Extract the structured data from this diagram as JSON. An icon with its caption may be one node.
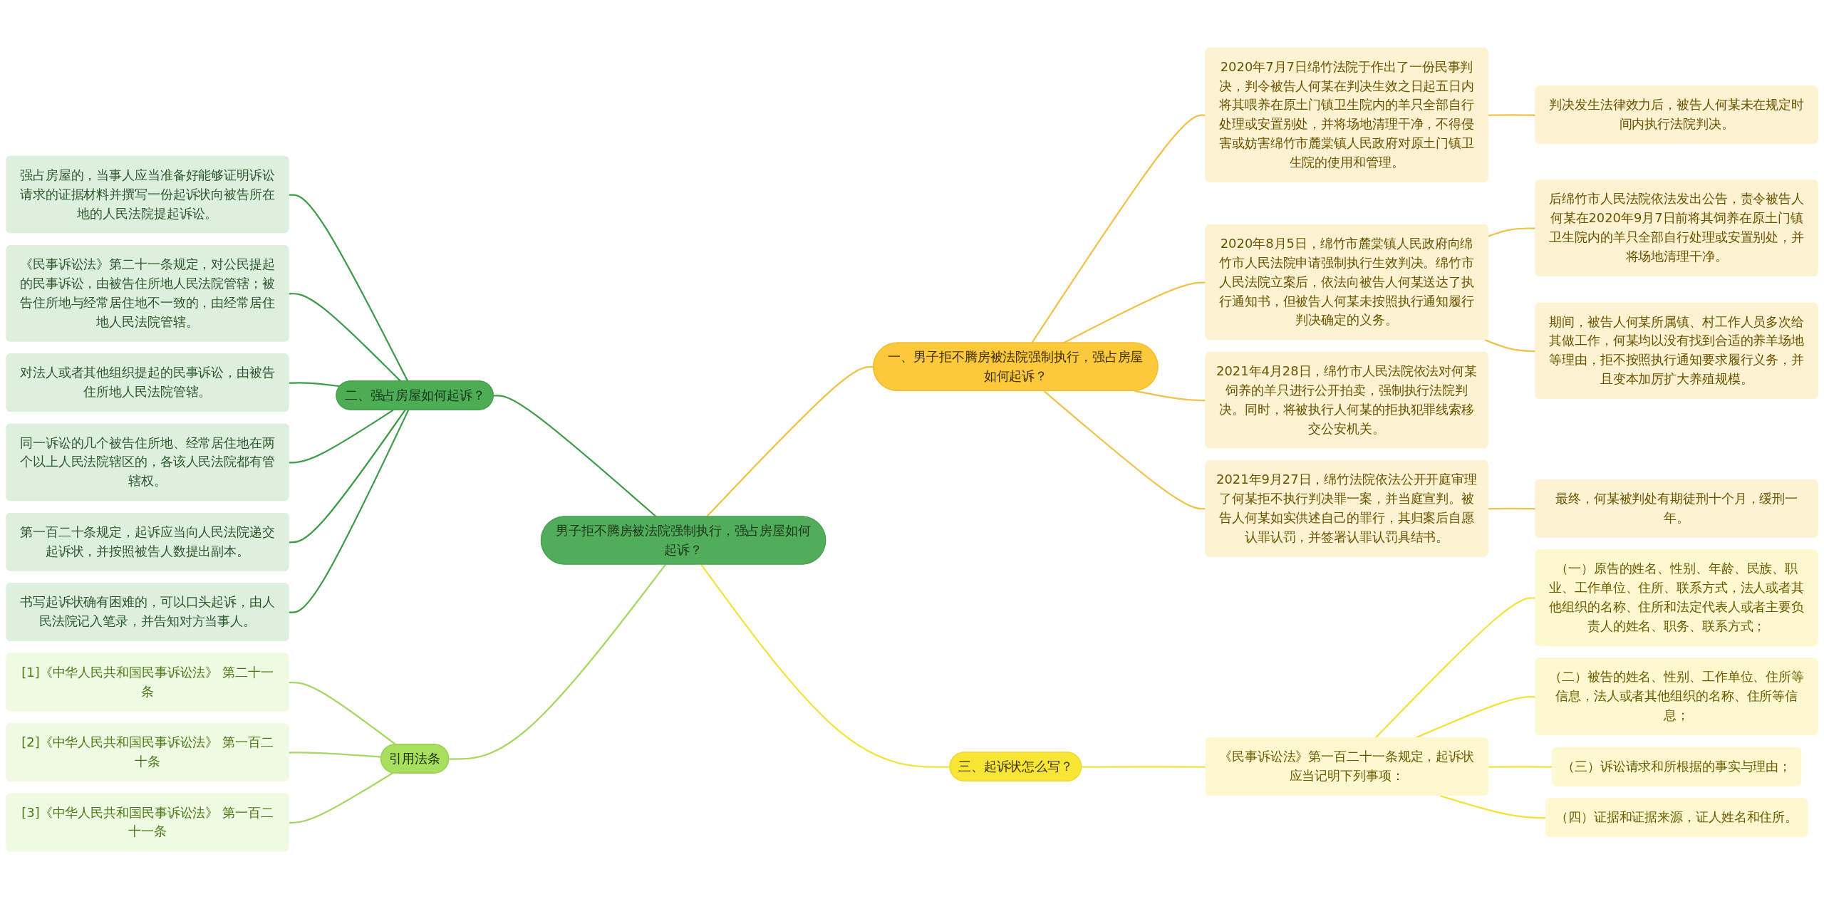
{
  "diagram": {
    "nodes": [
      {
        "text": [
          "男子拒不腾房被法院强制执行，强占房屋如何起诉？"
        ]
      },
      {
        "text": [
          "一、男子拒不腾房被法院强制执行，强占房屋如何起诉？"
        ]
      },
      {
        "text": [
          "2020年7月7日绵竹法院于作出了一份民事判决，判令被告人何某在判决生效之日起五日内将其喂养在原土门镇卫生院内的羊只全部自行处理或安置别处，并将场地清理干净，不得侵害或妨害绵竹市麓棠镇人民政府对原土门镇卫生院的使用和管理。"
        ]
      },
      {
        "text": [
          "判决发生法律效力后，被告人何某未在规定时间内执行法院判决。"
        ]
      },
      {
        "text": [
          "2020年8月5日，绵竹市麓棠镇人民政府向绵竹市人民法院申请强制执行生效判决。绵竹市人民法院立案后，依法向被告人何某送达了执行通知书，但被告人何某未按照执行通知履行判决确定的义务。"
        ]
      },
      {
        "text": [
          "后绵竹市人民法院依法发出公告，责令被告人何某在2020年9月7日前将其饲养在原土门镇卫生院内的羊只全部自行处理或安置别处，并将场地清理干净。"
        ]
      },
      {
        "text": [
          "期间，被告人何某所属镇、村工作人员多次给其做工作，何某均以没有找到合适的养羊场地等理由，拒不按照执行通知要求履行义务，并且变本加厉扩大养殖规模。"
        ]
      },
      {
        "text": [
          "2021年4月28日，绵竹市人民法院依法对何某饲养的羊只进行公开拍卖，强制执行法院判决。同时，将被执行人何某的拒执犯罪线索移交公安机关。"
        ]
      },
      {
        "text": [
          "2021年9月27日，绵竹法院依法公开开庭审理了何某拒不执行判决罪一案，并当庭宣判。被告人何某如实供述自己的罪行，其归案后自愿认罪认罚，并签署认罪认罚具结书。"
        ]
      },
      {
        "text": [
          "最终，何某被判处有期徒刑十个月，缓刑一年。"
        ]
      },
      {
        "text": [
          "二、强占房屋如何起诉？"
        ]
      },
      {
        "text": [
          "强占房屋的，当事人应当准备好能够证明诉讼请求的证据材料并撰写一份起诉状向被告所在地的人民法院提起诉讼。"
        ]
      },
      {
        "text": [
          "《民事诉讼法》第二十一条规定，对公民提起的民事诉讼，由被告住所地人民法院管辖；被告住所地与经常居住地不一致的，由经常居住地人民法院管辖。"
        ]
      },
      {
        "text": [
          "对法人或者其他组织提起的民事诉讼，由被告住所地人民法院管辖。"
        ]
      },
      {
        "text": [
          "同一诉讼的几个被告住所地、经常居住地在两个以上人民法院辖区的，各该人民法院都有管辖权。"
        ]
      },
      {
        "text": [
          "第一百二十条规定，起诉应当向人民法院递交起诉状，并按照被告人数提出副本。"
        ]
      },
      {
        "text": [
          "书写起诉状确有困难的，可以口头起诉，由人民法院记入笔录，并告知对方当事人。"
        ]
      },
      {
        "text": [
          "三、起诉状怎么写？"
        ]
      },
      {
        "text": [
          "《民事诉讼法》第一百二十一条规定，起诉状应当记明下列事项："
        ]
      },
      {
        "text": [
          "（一）原告的姓名、性别、年龄、民族、职业、工作单位、住所、联系方式，法人或者其他组织的名称、住所和法定代表人或者主要负责人的姓名、职务、联系方式；"
        ]
      },
      {
        "text": [
          "（二）被告的姓名、性别、工作单位、住所等信息，法人或者其他组织的名称、住所等信息；"
        ]
      },
      {
        "text": [
          "（三）诉讼请求和所根据的事实与理由；"
        ]
      },
      {
        "text": [
          "（四）证据和证据来源，证人姓名和住所。"
        ]
      },
      {
        "text": [
          "引用法条"
        ]
      },
      {
        "text": [
          "[1]《中华人民共和国民事诉讼法》 第二十一条"
        ]
      },
      {
        "text": [
          "[2]《中华人民共和国民事诉讼法》 第一百二十条"
        ]
      },
      {
        "text": [
          "[3]《中华人民共和国民事诉讼法》 第一百二十一条"
        ]
      }
    ],
    "edges": [
      {
        "from": 0,
        "to": 1,
        "arrow": "none"
      },
      {
        "from": 1,
        "to": 2,
        "arrow": "none"
      },
      {
        "from": 2,
        "to": 3,
        "arrow": "none"
      },
      {
        "from": 1,
        "to": 4,
        "arrow": "none"
      },
      {
        "from": 4,
        "to": 5,
        "arrow": "none"
      },
      {
        "from": 4,
        "to": 6,
        "arrow": "none"
      },
      {
        "from": 1,
        "to": 7,
        "arrow": "none"
      },
      {
        "from": 1,
        "to": 8,
        "arrow": "none"
      },
      {
        "from": 8,
        "to": 9,
        "arrow": "none"
      },
      {
        "from": 0,
        "to": 10,
        "arrow": "none",
        "color": "#3e9b48"
      },
      {
        "from": 10,
        "to": 11,
        "arrow": "none",
        "color": "#3e9b48"
      },
      {
        "from": 10,
        "to": 12,
        "arrow": "none",
        "color": "#3e9b48"
      },
      {
        "from": 10,
        "to": 13,
        "arrow": "none",
        "color": "#3e9b48"
      },
      {
        "from": 10,
        "to": 14,
        "arrow": "none",
        "color": "#3e9b48"
      },
      {
        "from": 10,
        "to": 15,
        "arrow": "none",
        "color": "#3e9b48"
      },
      {
        "from": 10,
        "to": 16,
        "arrow": "none",
        "color": "#3e9b48"
      },
      {
        "from": 0,
        "to": 17,
        "arrow": "none",
        "color": "#f3e23a"
      },
      {
        "from": 17,
        "to": 18,
        "arrow": "none",
        "color": "#f3e23a"
      },
      {
        "from": 18,
        "to": 19,
        "arrow": "none",
        "color": "#f3e23a"
      },
      {
        "from": 18,
        "to": 20,
        "arrow": "none",
        "color": "#f3e23a"
      },
      {
        "from": 18,
        "to": 21,
        "arrow": "none",
        "color": "#f3e23a"
      },
      {
        "from": 18,
        "to": 22,
        "arrow": "none",
        "color": "#f3e23a"
      },
      {
        "from": 0,
        "to": 23,
        "arrow": "none",
        "color": "#a6d762"
      },
      {
        "from": 23,
        "to": 24,
        "arrow": "none",
        "color": "#a6d762"
      },
      {
        "from": 23,
        "to": 25,
        "arrow": "none",
        "color": "#a6d762"
      },
      {
        "from": 23,
        "to": 26,
        "arrow": "none",
        "color": "#a6d762"
      }
    ]
  }
}
